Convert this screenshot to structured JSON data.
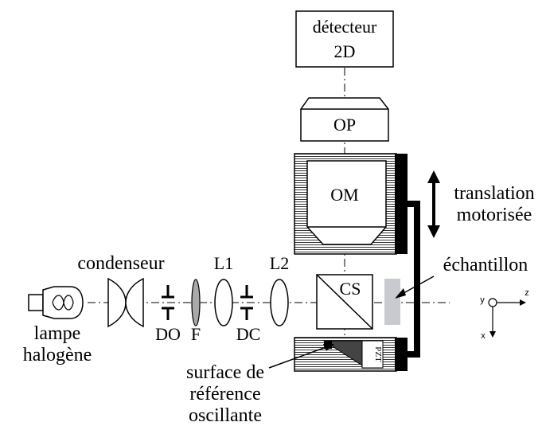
{
  "labels": {
    "detector_line1": "détecteur",
    "detector_line2": "2D",
    "op": "OP",
    "om": "OM",
    "cs": "CS",
    "translation_line1": "translation",
    "translation_line2": "motorisée",
    "echantillon": "échantillon",
    "condenseur": "condenseur",
    "l1": "L1",
    "l2": "L2",
    "do": "DO",
    "f": "F",
    "dc": "DC",
    "lamp_line1": "lampe",
    "lamp_line2": "halogène",
    "surface_line1": "surface de",
    "surface_line2": "référence",
    "surface_line3": "oscillante",
    "pzt": "PZT"
  },
  "axes": {
    "y": "y",
    "z": "z",
    "x": "x"
  },
  "colors": {
    "sample": "#c8cacf",
    "filter": "#a9a9a9",
    "line": "#000000"
  }
}
